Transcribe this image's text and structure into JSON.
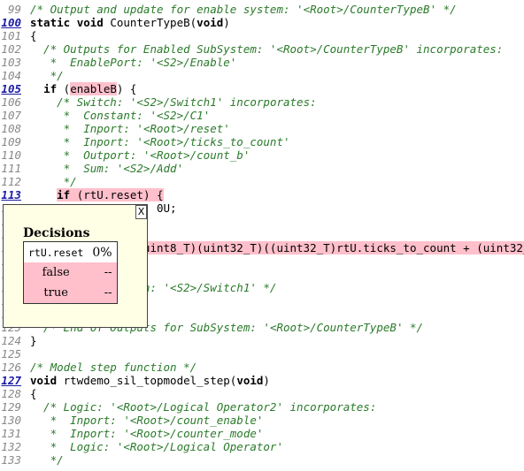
{
  "code_lines": [
    {
      "n": "99",
      "link": false,
      "parts": [
        {
          "t": "/* Output and update for enable system: '",
          "c": "cm"
        },
        {
          "t": "<Root>/CounterTypeB",
          "c": "cm lnk"
        },
        {
          "t": "' */",
          "c": "cm"
        }
      ]
    },
    {
      "n": "100",
      "link": true,
      "parts": [
        {
          "t": "static ",
          "c": "kw"
        },
        {
          "t": "void ",
          "c": "kw"
        },
        {
          "t": "CounterTypeB(",
          "c": "fn"
        },
        {
          "t": "void",
          "c": "kw"
        },
        {
          "t": ")",
          "c": "fn"
        }
      ]
    },
    {
      "n": "101",
      "link": false,
      "parts": [
        {
          "t": "{",
          "c": "fn"
        }
      ]
    },
    {
      "n": "102",
      "link": false,
      "parts": [
        {
          "t": "  /* Outputs for Enabled SubSystem: '",
          "c": "cm"
        },
        {
          "t": "<Root>/CounterTypeB",
          "c": "cm lnk"
        },
        {
          "t": "' incorporates:",
          "c": "cm"
        }
      ]
    },
    {
      "n": "103",
      "link": false,
      "parts": [
        {
          "t": "   *  EnablePort: '",
          "c": "cm"
        },
        {
          "t": "<S2>/Enable",
          "c": "cm lnk"
        },
        {
          "t": "'",
          "c": "cm"
        }
      ]
    },
    {
      "n": "104",
      "link": false,
      "parts": [
        {
          "t": "   */",
          "c": "cm"
        }
      ]
    },
    {
      "n": "105",
      "link": true,
      "parts": [
        {
          "t": "  ",
          "c": "fn"
        },
        {
          "t": "if",
          "c": "kw"
        },
        {
          "t": " (",
          "c": "fn"
        },
        {
          "t": "enableB",
          "c": "fn hl"
        },
        {
          "t": ") {",
          "c": "fn"
        }
      ]
    },
    {
      "n": "106",
      "link": false,
      "parts": [
        {
          "t": "    /* Switch: '",
          "c": "cm"
        },
        {
          "t": "<S2>/Switch1",
          "c": "cm lnk"
        },
        {
          "t": "' incorporates:",
          "c": "cm"
        }
      ]
    },
    {
      "n": "107",
      "link": false,
      "parts": [
        {
          "t": "     *  Constant: '",
          "c": "cm"
        },
        {
          "t": "<S2>/C1",
          "c": "cm lnk"
        },
        {
          "t": "'",
          "c": "cm"
        }
      ]
    },
    {
      "n": "108",
      "link": false,
      "parts": [
        {
          "t": "     *  Inport: '",
          "c": "cm"
        },
        {
          "t": "<Root>/reset",
          "c": "cm lnk"
        },
        {
          "t": "'",
          "c": "cm"
        }
      ]
    },
    {
      "n": "109",
      "link": false,
      "parts": [
        {
          "t": "     *  Inport: '",
          "c": "cm"
        },
        {
          "t": "<Root>/ticks_to_count",
          "c": "cm lnk"
        },
        {
          "t": "'",
          "c": "cm"
        }
      ]
    },
    {
      "n": "110",
      "link": false,
      "parts": [
        {
          "t": "     *  Outport: '",
          "c": "cm"
        },
        {
          "t": "<Root>/count_b",
          "c": "cm lnk"
        },
        {
          "t": "'",
          "c": "cm"
        }
      ]
    },
    {
      "n": "111",
      "link": false,
      "parts": [
        {
          "t": "     *  Sum: '",
          "c": "cm"
        },
        {
          "t": "<S2>/Add",
          "c": "cm lnk"
        },
        {
          "t": "'",
          "c": "cm"
        }
      ]
    },
    {
      "n": "112",
      "link": false,
      "parts": [
        {
          "t": "     */",
          "c": "cm"
        }
      ]
    },
    {
      "n": "113",
      "link": true,
      "parts": [
        {
          "t": "    ",
          "c": "fn"
        },
        {
          "t": "if",
          "c": "kw hl"
        },
        {
          "t": " (rtU.reset) {",
          "c": "fn hl"
        }
      ]
    },
    {
      "n": "114",
      "link": false,
      "parts": [
        {
          "t": "                   0U;",
          "c": "fn"
        }
      ]
    },
    {
      "n": "115",
      "link": false,
      "parts": []
    },
    {
      "n": "116",
      "link": false,
      "parts": []
    },
    {
      "n": "117",
      "link": false,
      "parts": [
        {
          "t": "                 uint8_T)(uint32_T)((uint32_T)rtU.ticks_to_count + (uint32_T)",
          "c": "fn hl"
        }
      ]
    },
    {
      "n": "118",
      "link": false,
      "parts": []
    },
    {
      "n": "119",
      "link": false,
      "parts": []
    },
    {
      "n": "120",
      "link": false,
      "parts": [
        {
          "t": "                 n: '",
          "c": "cm"
        },
        {
          "t": "<S2>/Switch1",
          "c": "cm lnk"
        },
        {
          "t": "' */",
          "c": "cm"
        }
      ]
    },
    {
      "n": "121",
      "link": false,
      "parts": []
    },
    {
      "n": "122",
      "link": false,
      "parts": []
    },
    {
      "n": "123",
      "link": false,
      "parts": [
        {
          "t": "  /* End of Outputs for SubSystem: '",
          "c": "cm"
        },
        {
          "t": "<Root>/CounterTypeB",
          "c": "cm lnk"
        },
        {
          "t": "' */",
          "c": "cm"
        }
      ]
    },
    {
      "n": "124",
      "link": false,
      "parts": [
        {
          "t": "}",
          "c": "fn"
        }
      ]
    },
    {
      "n": "125",
      "link": false,
      "parts": []
    },
    {
      "n": "126",
      "link": false,
      "parts": [
        {
          "t": "/* Model step function */",
          "c": "cm"
        }
      ]
    },
    {
      "n": "127",
      "link": true,
      "parts": [
        {
          "t": "void",
          "c": "kw"
        },
        {
          "t": " rtwdemo_sil_topmodel_step(",
          "c": "fn"
        },
        {
          "t": "void",
          "c": "kw"
        },
        {
          "t": ")",
          "c": "fn"
        }
      ]
    },
    {
      "n": "128",
      "link": false,
      "parts": [
        {
          "t": "{",
          "c": "fn"
        }
      ]
    },
    {
      "n": "129",
      "link": false,
      "parts": [
        {
          "t": "  /* Logic: '",
          "c": "cm"
        },
        {
          "t": "<Root>/Logical Operator2",
          "c": "cm lnk"
        },
        {
          "t": "' incorporates:",
          "c": "cm"
        }
      ]
    },
    {
      "n": "130",
      "link": false,
      "parts": [
        {
          "t": "   *  Inport: '",
          "c": "cm"
        },
        {
          "t": "<Root>/count_enable",
          "c": "cm lnk"
        },
        {
          "t": "'",
          "c": "cm"
        }
      ]
    },
    {
      "n": "131",
      "link": false,
      "parts": [
        {
          "t": "   *  Inport: '",
          "c": "cm"
        },
        {
          "t": "<Root>/counter_mode",
          "c": "cm lnk"
        },
        {
          "t": "'",
          "c": "cm"
        }
      ]
    },
    {
      "n": "132",
      "link": false,
      "parts": [
        {
          "t": "   *  Logic: '",
          "c": "cm"
        },
        {
          "t": "<Root>/Logical Operator",
          "c": "cm lnk"
        },
        {
          "t": "'",
          "c": "cm"
        }
      ]
    },
    {
      "n": "133",
      "link": false,
      "parts": [
        {
          "t": "   */",
          "c": "cm"
        }
      ]
    }
  ],
  "popup": {
    "close_label": "X",
    "title": "Decisions analyzed:",
    "expr": "rtU.reset",
    "pct": "0%",
    "rows": [
      {
        "label": "false",
        "value": "--"
      },
      {
        "label": "true",
        "value": "--"
      }
    ]
  }
}
